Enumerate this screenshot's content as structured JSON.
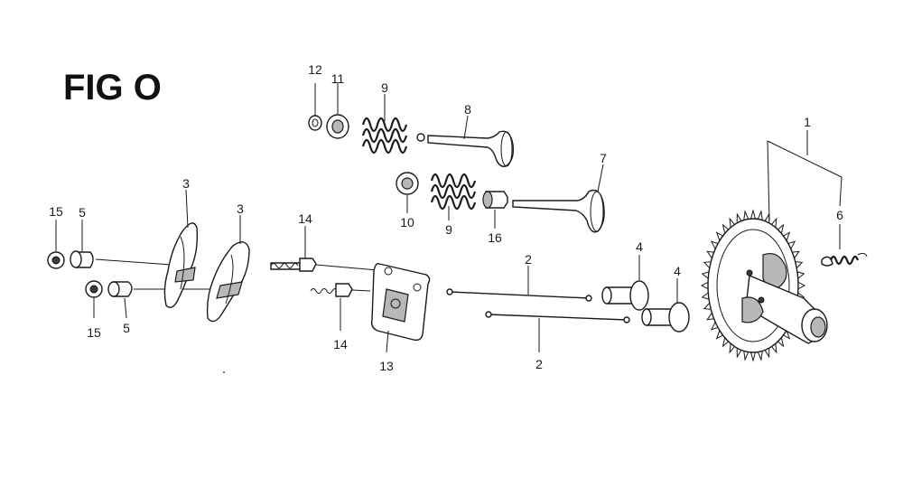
{
  "figure": {
    "title": "FIG O"
  },
  "callouts": [
    {
      "id": "c12",
      "label": "12"
    },
    {
      "id": "c11",
      "label": "11"
    },
    {
      "id": "c9a",
      "label": "9"
    },
    {
      "id": "c8",
      "label": "8"
    },
    {
      "id": "c7",
      "label": "7"
    },
    {
      "id": "c10",
      "label": "10"
    },
    {
      "id": "c9b",
      "label": "9"
    },
    {
      "id": "c16",
      "label": "16"
    },
    {
      "id": "c1",
      "label": "1"
    },
    {
      "id": "c6",
      "label": "6"
    },
    {
      "id": "c3a",
      "label": "3"
    },
    {
      "id": "c3b",
      "label": "3"
    },
    {
      "id": "c14a",
      "label": "14"
    },
    {
      "id": "c15a",
      "label": "15"
    },
    {
      "id": "c5a",
      "label": "5"
    },
    {
      "id": "c15b",
      "label": "15"
    },
    {
      "id": "c5b",
      "label": "5"
    },
    {
      "id": "c14b",
      "label": "14"
    },
    {
      "id": "c13",
      "label": "13"
    },
    {
      "id": "c2a",
      "label": "2"
    },
    {
      "id": "c2b",
      "label": "2"
    },
    {
      "id": "c4a",
      "label": "4"
    },
    {
      "id": "c4b",
      "label": "4"
    }
  ]
}
